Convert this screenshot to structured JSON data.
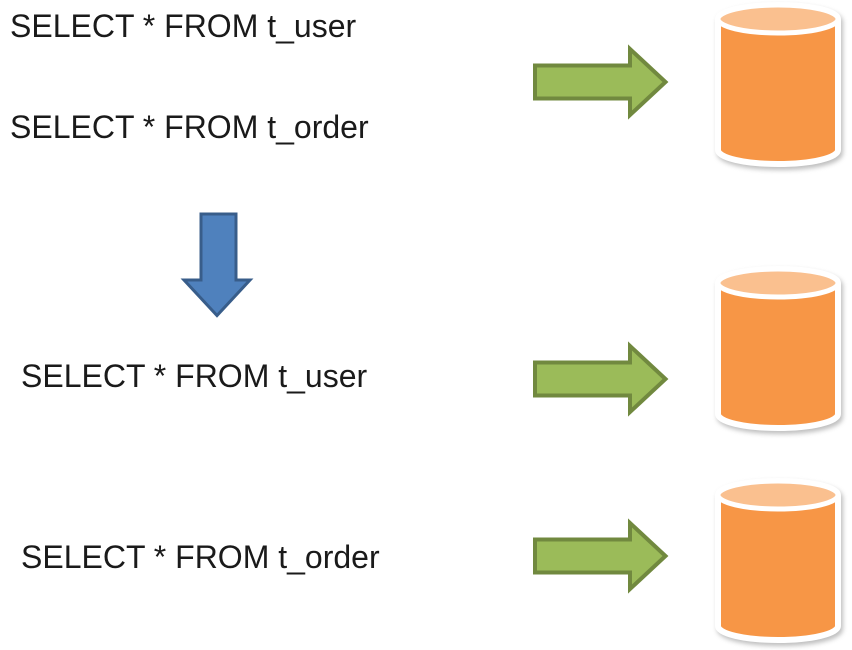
{
  "diagram": {
    "description": "SQL routing diagram: queries routed to databases before and after split",
    "labels": {
      "query_user_top": "SELECT * FROM t_user",
      "query_order_top": "SELECT * FROM t_order",
      "query_user_bottom": "SELECT * FROM t_user",
      "query_order_bottom": "SELECT * FROM t_order"
    },
    "colors": {
      "background": "#ffffff",
      "text": "#1a1a1a",
      "green_arrow_fill": "#9BBB59",
      "green_arrow_border": "#71893F",
      "blue_arrow_fill": "#4F81BD",
      "blue_arrow_border": "#385D8A",
      "cylinder_body": "#F79646",
      "cylinder_top": "#FAC08F",
      "cylinder_outline": "#FFFFFF"
    },
    "icons": {
      "green_right_arrow": "block arrow pointing right",
      "blue_down_arrow": "block arrow pointing down",
      "database_cylinder": "orange database cylinder"
    }
  }
}
